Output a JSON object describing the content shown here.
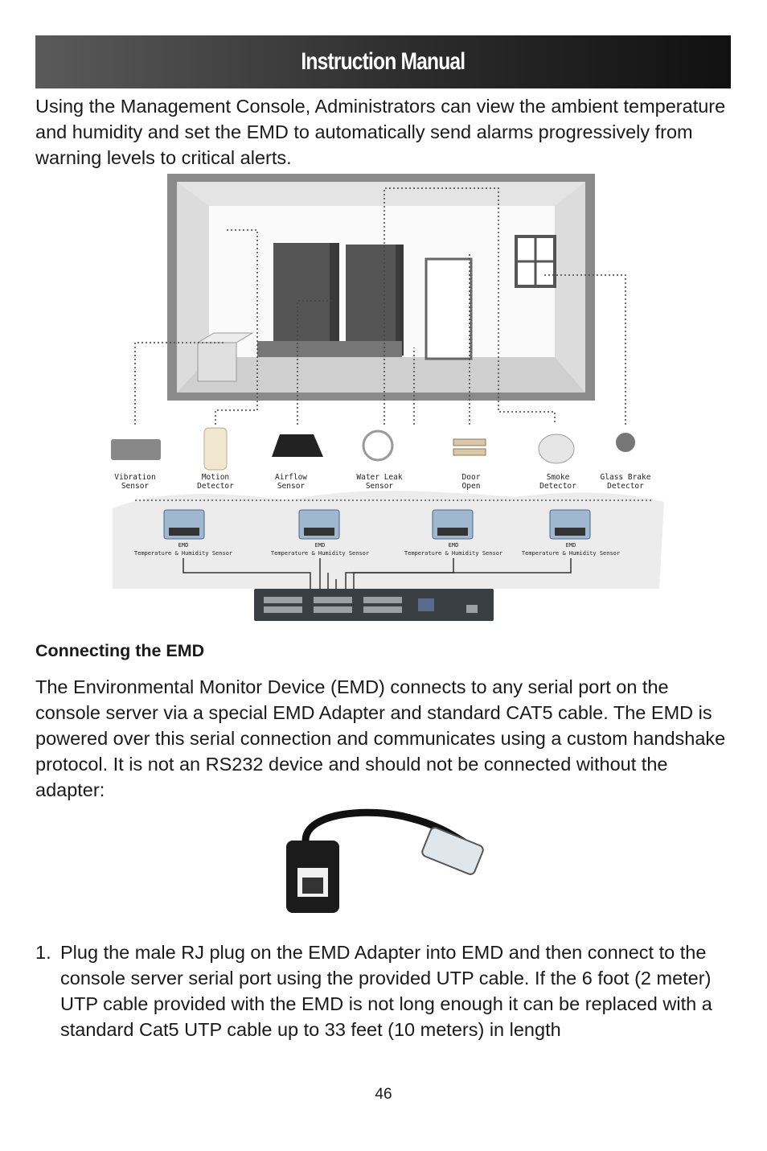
{
  "header": {
    "title": "Instruction Manual"
  },
  "intro": {
    "text": "Using the Management Console, Administrators can view the ambient temperature and humidity and set the EMD to automatically send alarms progressively from warning levels to critical alerts."
  },
  "diagram": {
    "sensors": [
      {
        "line1": "Vibration",
        "line2": "Sensor"
      },
      {
        "line1": "Motion",
        "line2": "Detector"
      },
      {
        "line1": "Airflow",
        "line2": "Sensor"
      },
      {
        "line1": "Water Leak",
        "line2": "Sensor"
      },
      {
        "line1": "Door",
        "line2": "Open"
      },
      {
        "line1": "Smoke",
        "line2": "Detector"
      },
      {
        "line1": "Glass Brake",
        "line2": "Detector"
      }
    ],
    "emd_label": "EMD",
    "emd_sublabel": "Temperature & Humidity Sensor"
  },
  "section": {
    "heading": "Connecting the EMD",
    "body": "The Environmental Monitor Device (EMD) connects to any serial port on the console server via a special EMD Adapter and standard CAT5 cable. The EMD is powered over this serial connection and communicates using a custom handshake protocol. It is not an RS232 device and should not be connected without the adapter:"
  },
  "steps": [
    {
      "number": "1.",
      "text": "Plug the male RJ plug on the EMD Adapter into EMD and then connect to the console server serial port using the provided UTP cable. If the 6 foot (2 meter) UTP cable provided with the EMD is not long enough it can be replaced with a standard Cat5 UTP cable up to 33 feet (10 meters) in length"
    }
  ],
  "footer": {
    "page_number": "46"
  },
  "colors": {
    "header_dark": "#111111",
    "header_light": "#5a5a5a",
    "text": "#1a1a1a"
  }
}
